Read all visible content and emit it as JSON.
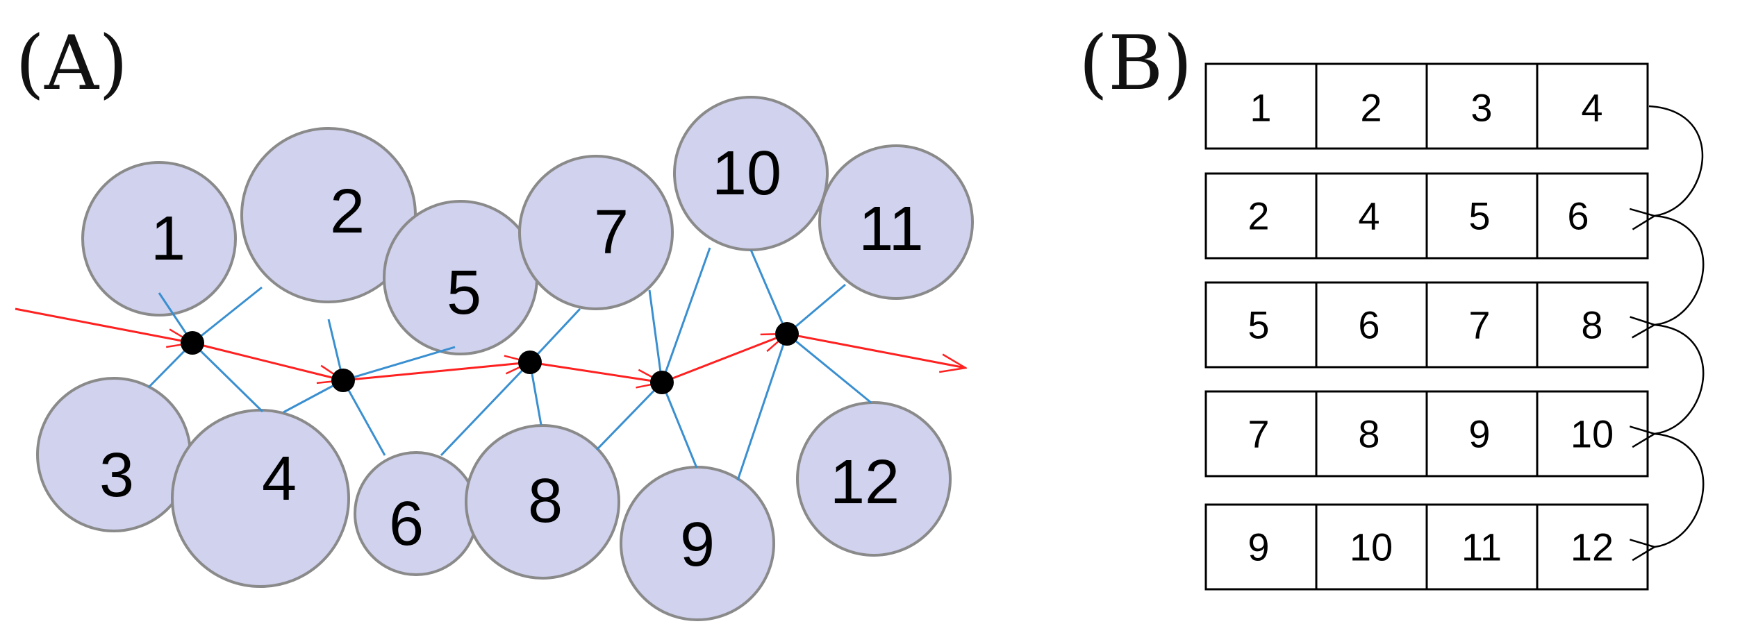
{
  "panel_a": {
    "label": "(A)",
    "circles": [
      {
        "id": "1",
        "label": "1"
      },
      {
        "id": "2",
        "label": "2"
      },
      {
        "id": "3",
        "label": "3"
      },
      {
        "id": "4",
        "label": "4"
      },
      {
        "id": "5",
        "label": "5"
      },
      {
        "id": "6",
        "label": "6"
      },
      {
        "id": "7",
        "label": "7"
      },
      {
        "id": "8",
        "label": "8"
      },
      {
        "id": "9",
        "label": "9"
      },
      {
        "id": "10",
        "label": "10"
      },
      {
        "id": "11",
        "label": "11"
      },
      {
        "id": "12",
        "label": "12"
      }
    ]
  },
  "panel_b": {
    "label": "(B)",
    "rows": [
      [
        "1",
        "2",
        "3",
        "4"
      ],
      [
        "2",
        "4",
        "5",
        "6"
      ],
      [
        "5",
        "6",
        "7",
        "8"
      ],
      [
        "7",
        "8",
        "9",
        "10"
      ],
      [
        "9",
        "10",
        "11",
        "12"
      ]
    ]
  },
  "colors": {
    "circle_fill": "#d0d2ee",
    "circle_stroke": "#8a8a8a",
    "link_line": "#3a8fd0",
    "path_arrow": "#ff2020",
    "node_dot": "#000000",
    "table_stroke": "#000000"
  }
}
